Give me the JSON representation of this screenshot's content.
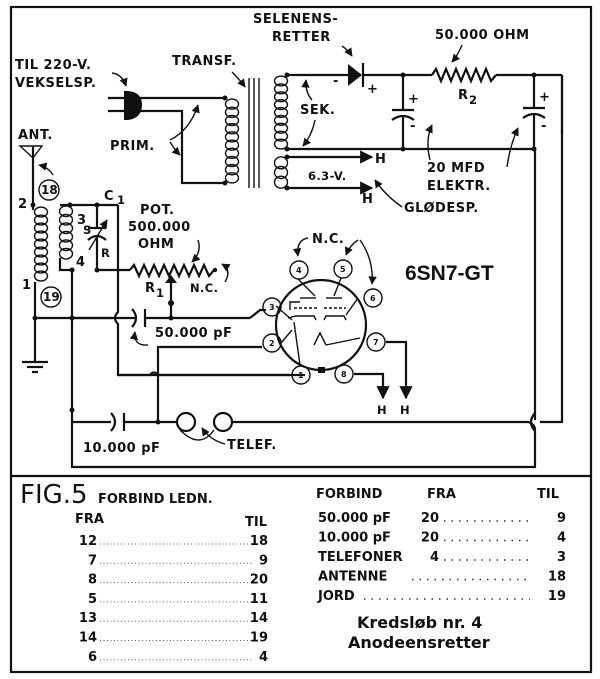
{
  "title": "Kredsløb nr. 4 Anodeensretter",
  "schematic": {
    "labels": {
      "mains": [
        "TIL 220-V.",
        "VEKSELSP."
      ],
      "transformer": "TRANSF.",
      "primary": "PRIM.",
      "secondary": "SEK.",
      "rectifier": [
        "SELENENS-",
        "RETTER"
      ],
      "rectifier_minus": "-",
      "rectifier_plus": "+",
      "resistor_r2_value": "50.000 OHM",
      "resistor_r2_name": "R",
      "resistor_r2_sub": "2",
      "cap_plus": "+",
      "cap_minus": "-",
      "electrolytic": [
        "20 MFD",
        "ELEKTR."
      ],
      "heater_voltage": "6.3-V.",
      "heater_supply": "GLØDESP.",
      "heater_terminal": "H",
      "antenna": "ANT.",
      "coil_terminal_2": "2",
      "coil_terminal_1": "1",
      "coil_terminal_3": "3",
      "coil_terminal_4": "4",
      "terminal_18": "18",
      "terminal_19": "19",
      "capacitor_c1": "C",
      "capacitor_c1_sub": "1",
      "c1_stator": "S",
      "c1_rotor": "R",
      "pot": [
        "POT.",
        "500.000",
        "OHM"
      ],
      "resistor_r1_name": "R",
      "resistor_r1_sub": "1",
      "not_connected": "N.C.",
      "cap_50000": "50.000 pF",
      "cap_10000": "10.000 pF",
      "headphones": "TELEF.",
      "tube_type": "6SN7-GT",
      "tube_nc": "N.C.",
      "tube_pins": [
        "1",
        "2",
        "3",
        "4",
        "5",
        "6",
        "7",
        "8"
      ]
    }
  },
  "wiring_table": {
    "figure": "FIG.5",
    "heading": "FORBIND LEDN.",
    "col_from": "FRA",
    "col_to": "TIL",
    "rows": [
      {
        "from": "12",
        "to": "18"
      },
      {
        "from": "7",
        "to": "9"
      },
      {
        "from": "8",
        "to": "20"
      },
      {
        "from": "5",
        "to": "11"
      },
      {
        "from": "13",
        "to": "14"
      },
      {
        "from": "14",
        "to": "19"
      },
      {
        "from": "6",
        "to": "4"
      }
    ]
  },
  "component_table": {
    "col_component": "FORBIND",
    "col_from": "FRA",
    "col_to": "TIL",
    "rows": [
      {
        "component": "50.000 pF",
        "from": "20",
        "to": "9"
      },
      {
        "component": "10.000 pF",
        "from": "20",
        "to": "4"
      },
      {
        "component": "TELEFONER",
        "from": "4",
        "to": "3"
      },
      {
        "component": "ANTENNE",
        "from": "",
        "to": "18"
      },
      {
        "component": "JORD",
        "from": "",
        "to": "19"
      }
    ],
    "footer": [
      "Kredsløb nr. 4",
      "Anodeensretter"
    ]
  }
}
